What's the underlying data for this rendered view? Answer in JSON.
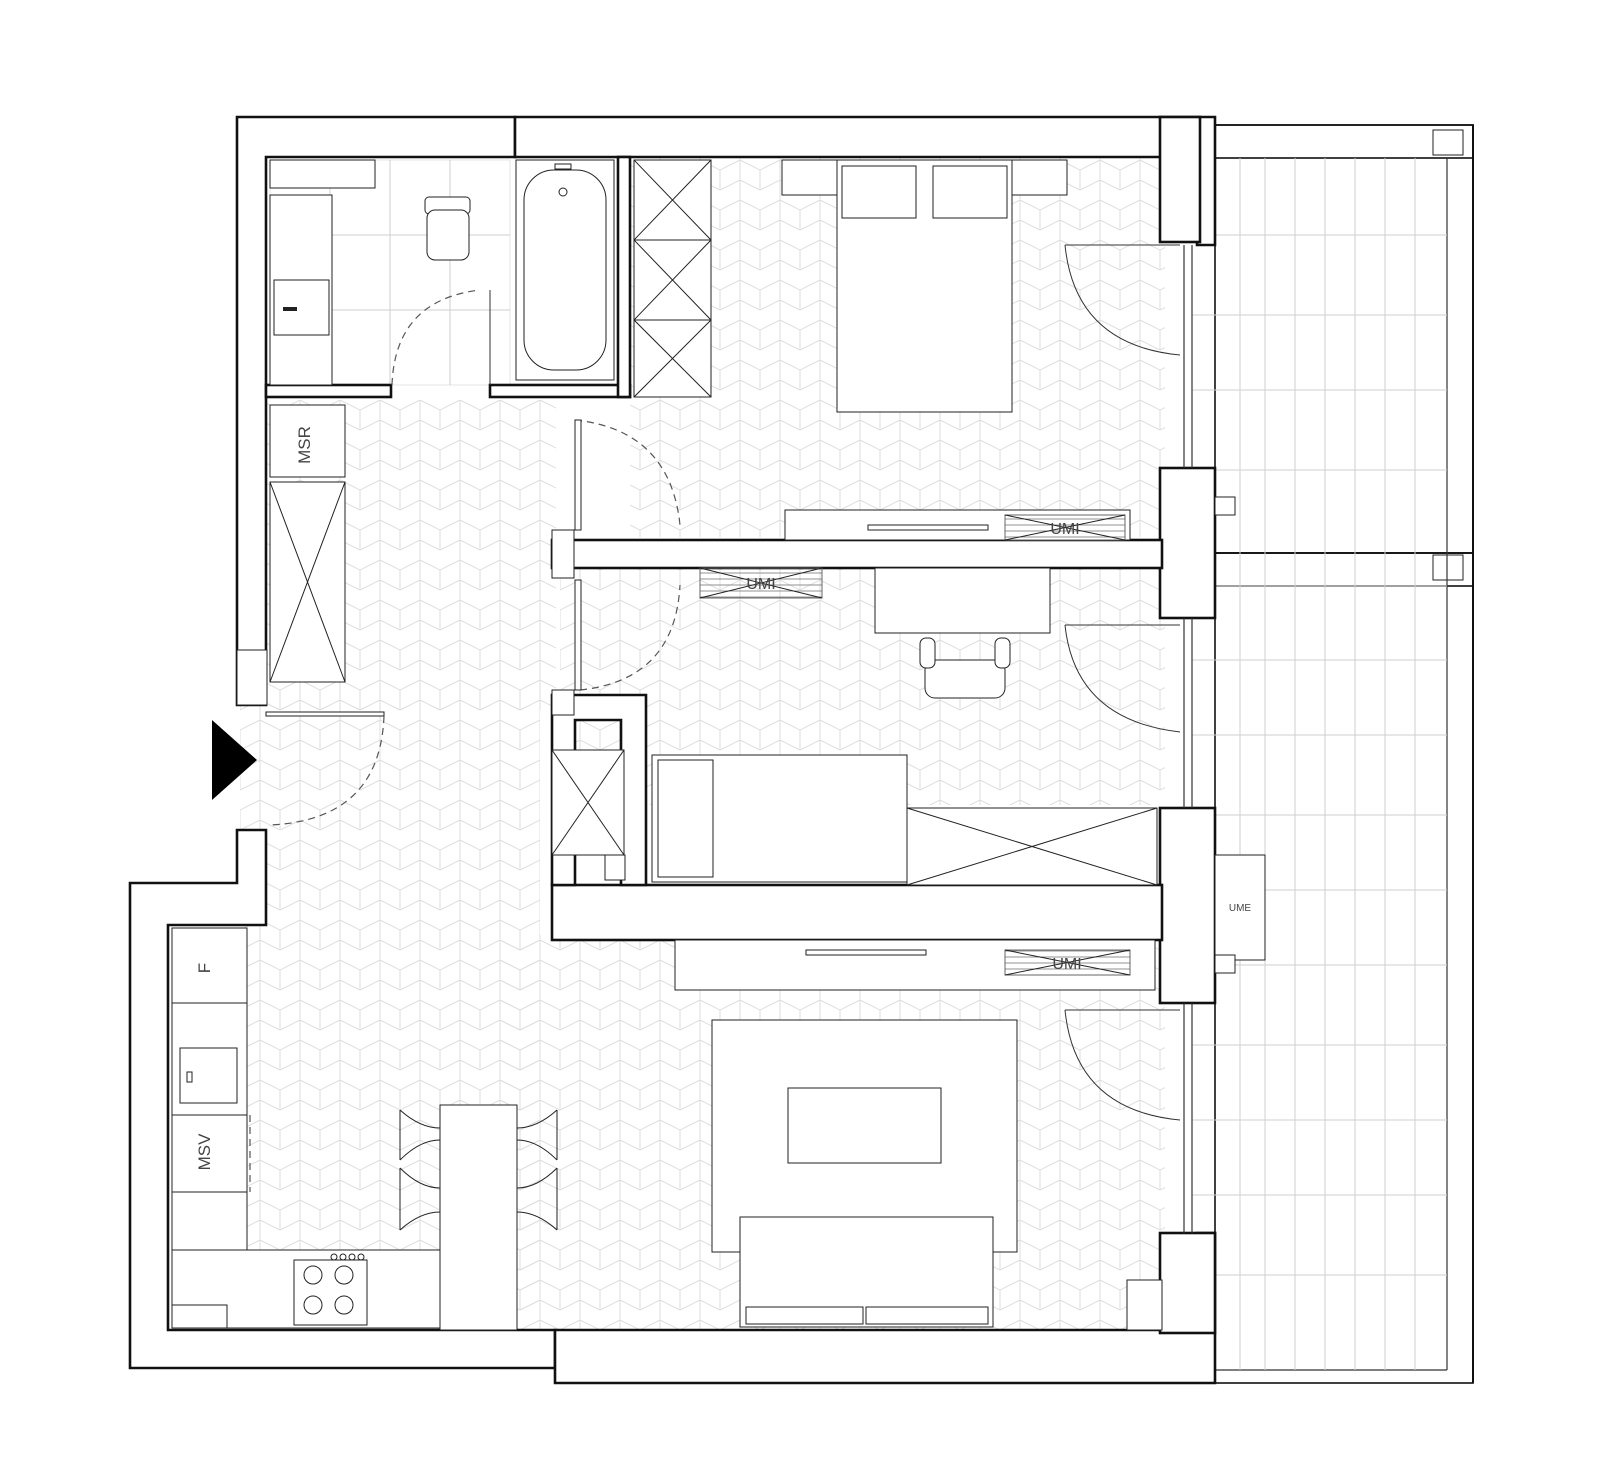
{
  "plan": {
    "labels": {
      "msr": "MSR",
      "umi_bedroom": "UMI",
      "umi_study": "UMI",
      "umi_living": "UMI",
      "ume": "UME",
      "fridge": "F",
      "msv": "MSV"
    },
    "colors": {
      "wall": "#111111",
      "floor_pattern": "#dcdcdc",
      "tile_grid": "#cfcfcf",
      "background": "#ffffff"
    }
  }
}
